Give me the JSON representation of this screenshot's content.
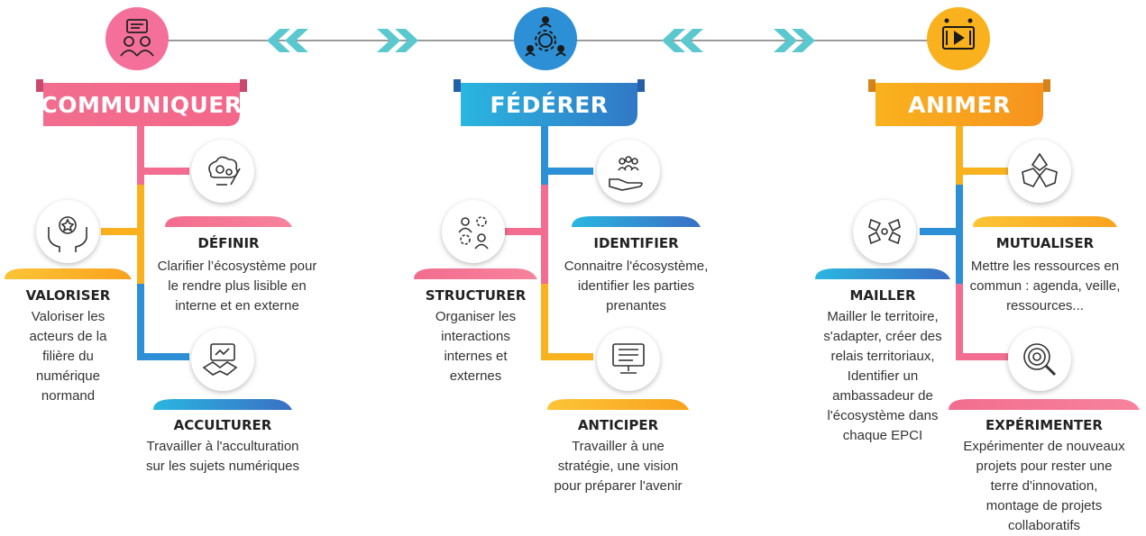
{
  "columns": [
    {
      "title": "COMMUNIQUER",
      "icon": "chat-users-icon",
      "color": "#f26d8f",
      "items": [
        {
          "id": "definir",
          "title": "DÉFINIR",
          "icon": "idea-gears-icon",
          "lines": [
            "Clarifier l’écosystème pour",
            "le rendre plus lisible en",
            "interne et en externe"
          ]
        },
        {
          "id": "valoriser",
          "title": "VALORISER",
          "icon": "award-hands-icon",
          "lines": [
            "Valoriser les",
            "acteurs de la",
            "filière du",
            "numérique",
            "normand"
          ]
        },
        {
          "id": "acculturer",
          "title": "ACCULTURER",
          "icon": "handshake-board-icon",
          "lines": [
            "Travailler à l'acculturation",
            "sur les sujets numériques"
          ]
        }
      ]
    },
    {
      "title": "FÉDÉRER",
      "icon": "team-gear-icon",
      "color": "#2d9cdb",
      "items": [
        {
          "id": "identifier",
          "title": "IDENTIFIER",
          "icon": "hand-people-icon",
          "lines": [
            "Connaitre l'écosystème,",
            "identifier les parties",
            "prenantes"
          ]
        },
        {
          "id": "structurer",
          "title": "STRUCTURER",
          "icon": "people-gears-icon",
          "lines": [
            "Organiser les",
            "interactions",
            "internes et",
            "externes"
          ]
        },
        {
          "id": "anticiper",
          "title": "ANTICIPER",
          "icon": "monitor-checklist-icon",
          "lines": [
            "Travailler à une",
            "stratégie, une vision",
            "pour préparer l'avenir"
          ]
        }
      ]
    },
    {
      "title": "ANIMER",
      "icon": "video-player-icon",
      "color": "#f7a21b",
      "items": [
        {
          "id": "mutualiser",
          "title": "MUTUALISER",
          "icon": "joined-hands-icon",
          "lines": [
            "Mettre les ressources en",
            "commun : agenda, veille,",
            "ressources..."
          ]
        },
        {
          "id": "mailler",
          "title": "MAILLER",
          "icon": "network-hands-icon",
          "lines": [
            "Mailler le territoire,",
            "s'adapter, créer des",
            "relais territoriaux,",
            "Identifier un",
            "ambassadeur de",
            "l'écosystème dans",
            "chaque EPCI"
          ]
        },
        {
          "id": "experimenter",
          "title": "EXPÉRIMENTER",
          "icon": "target-search-icon",
          "lines": [
            "Expérimenter de nouveaux",
            "projets pour rester une",
            "terre d'innovation,",
            "montage de projets",
            "collaboratifs"
          ]
        }
      ]
    }
  ],
  "colors": {
    "pink": "#f26d8f",
    "blue": "#2d8fd5",
    "orange": "#f9b21e",
    "teal": "#5bc8cf"
  }
}
